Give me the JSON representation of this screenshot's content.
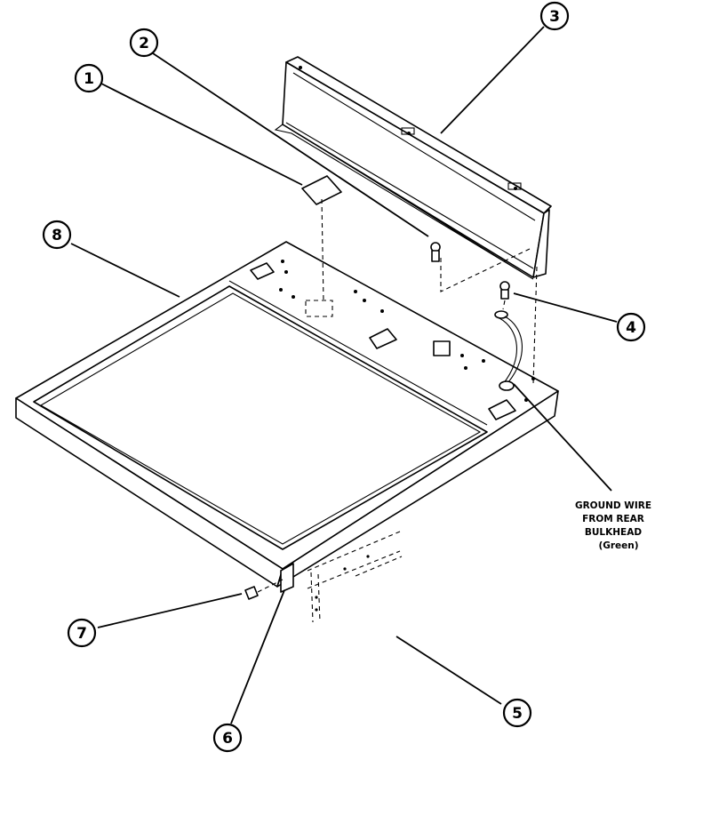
{
  "callouts": [
    {
      "id": "callout-1",
      "label": "1"
    },
    {
      "id": "callout-2",
      "label": "2"
    },
    {
      "id": "callout-3",
      "label": "3"
    },
    {
      "id": "callout-4",
      "label": "4"
    },
    {
      "id": "callout-5",
      "label": "5"
    },
    {
      "id": "callout-6",
      "label": "6"
    },
    {
      "id": "callout-7",
      "label": "7"
    },
    {
      "id": "callout-8",
      "label": "8"
    }
  ],
  "ground_note": {
    "line1": "GROUND WIRE",
    "line2": "FROM REAR",
    "line3": "BULKHEAD",
    "line4": "(Green)"
  },
  "colors": {
    "ink": "#000000",
    "paper": "#ffffff"
  }
}
